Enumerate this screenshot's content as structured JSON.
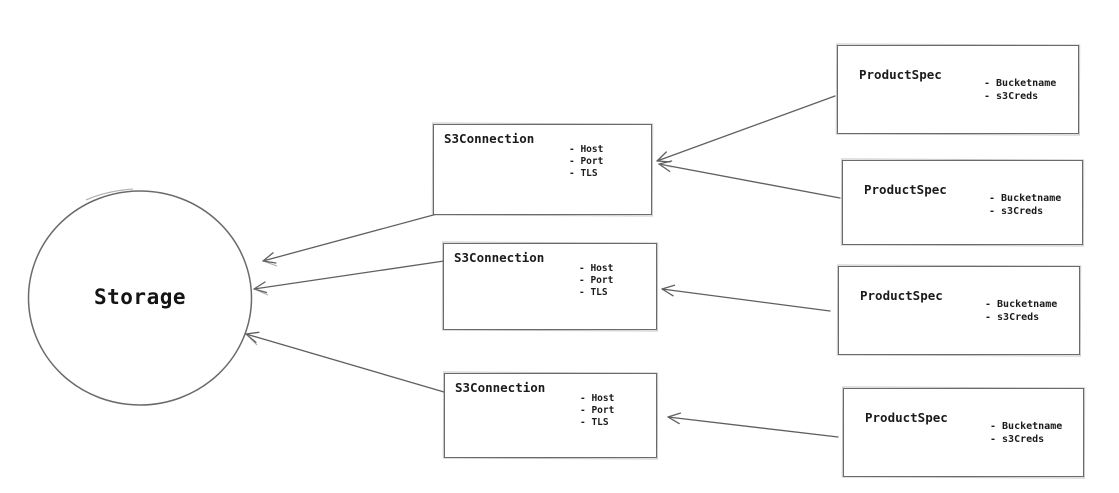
{
  "diagram": {
    "storage_node": {
      "label": "Storage"
    },
    "s3_connection_nodes": [
      {
        "title": "S3Connection",
        "attributes": [
          "- Host",
          "- Port",
          "- TLS"
        ]
      },
      {
        "title": "S3Connection",
        "attributes": [
          "- Host",
          "- Port",
          "- TLS"
        ]
      },
      {
        "title": "S3Connection",
        "attributes": [
          "- Host",
          "- Port",
          "- TLS"
        ]
      }
    ],
    "product_spec_nodes": [
      {
        "title": "ProductSpec",
        "attributes": [
          "- Bucketname",
          "- s3Creds"
        ]
      },
      {
        "title": "ProductSpec",
        "attributes": [
          "- Bucketname",
          "- s3Creds"
        ]
      },
      {
        "title": "ProductSpec",
        "attributes": [
          "- Bucketname",
          "- s3Creds"
        ]
      },
      {
        "title": "ProductSpec",
        "attributes": [
          "- Bucketname",
          "- s3Creds"
        ]
      }
    ],
    "edges": [
      {
        "from": "s3connection-1",
        "to": "storage"
      },
      {
        "from": "s3connection-2",
        "to": "storage"
      },
      {
        "from": "s3connection-3",
        "to": "storage"
      },
      {
        "from": "productspec-1",
        "to": "s3connection-1"
      },
      {
        "from": "productspec-2",
        "to": "s3connection-1"
      },
      {
        "from": "productspec-3",
        "to": "s3connection-2"
      },
      {
        "from": "productspec-4",
        "to": "s3connection-3"
      }
    ],
    "colors": {
      "background": "#ffffff",
      "stroke": "#6b6b6b",
      "text": "#1b1b1b"
    }
  }
}
